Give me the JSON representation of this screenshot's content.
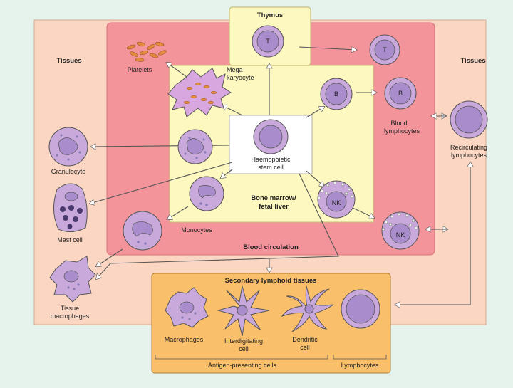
{
  "colors": {
    "background": "#e6f3ec",
    "tissues": "#fbd6c2",
    "blood": "#f3949a",
    "bone_marrow": "#fdf8c0",
    "lymphoid": "#f9bf6a",
    "thymus": "#fdf8c0",
    "cell_fill": "#c9a9dc",
    "nucleus": "#a98ccb"
  },
  "labels": {
    "thymus": "Thymus",
    "tissues_left": "Tissues",
    "tissues_right": "Tissues",
    "platelets": "Platelets",
    "megakaryocyte_1": "Mega-",
    "megakaryocyte_2": "karyocyte",
    "stem_1": "Haemopoietic",
    "stem_2": "stem cell",
    "bone_1": "Bone marrow/",
    "bone_2": "fetal liver",
    "granulocyte": "Granulocyte",
    "mast": "Mast cell",
    "monocytes": "Monocytes",
    "blood_circ": "Blood circulation",
    "tissue_mac_1": "Tissue",
    "tissue_mac_2": "macrophages",
    "blood_lym_1": "Blood",
    "blood_lym_2": "lymphocytes",
    "recirc_1": "Recirculating",
    "recirc_2": "lymphocytes",
    "secondary": "Secondary lymphoid tissues",
    "macrophages": "Macrophages",
    "interdig_1": "Interdigitating",
    "interdig_2": "cell",
    "dendritic_1": "Dendritic",
    "dendritic_2": "cell",
    "apc": "Antigen-presenting cells",
    "lymphocytes": "Lymphocytes",
    "cell_t1": "T",
    "cell_t2": "T",
    "cell_b1": "B",
    "cell_b2": "B",
    "cell_nk1": "NK",
    "cell_nk2": "NK"
  }
}
